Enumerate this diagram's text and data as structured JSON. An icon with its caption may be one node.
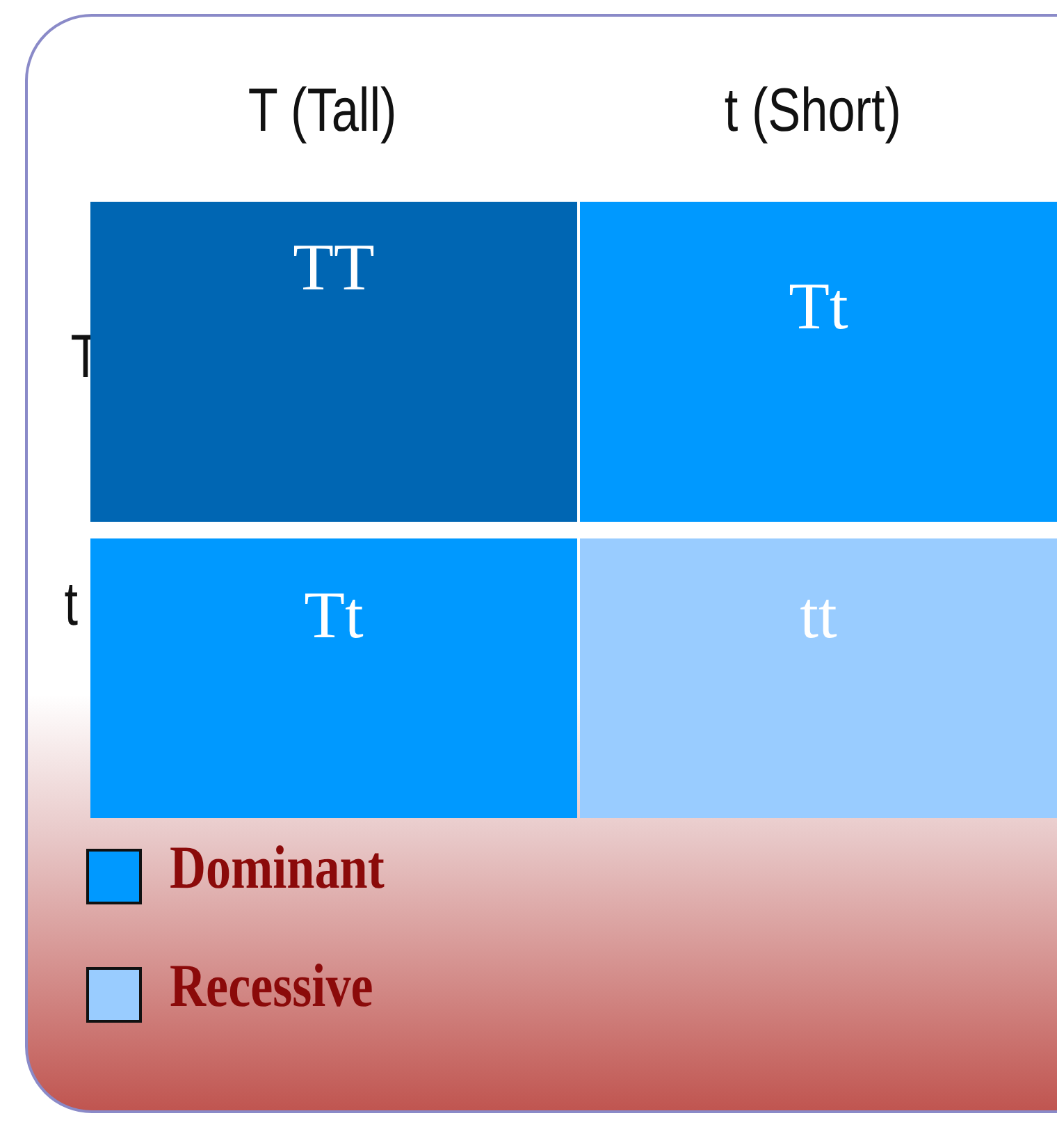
{
  "diagram": {
    "labels": [
      "T (Tall)",
      "t (Short)",
      "T",
      "TT",
      "Tt",
      "t",
      "Tt",
      "tt"
    ],
    "legend": [
      {
        "text": "Dominant",
        "color": "#0099ff"
      },
      {
        "text": "Recessive",
        "color": "#99ccff"
      }
    ]
  }
}
